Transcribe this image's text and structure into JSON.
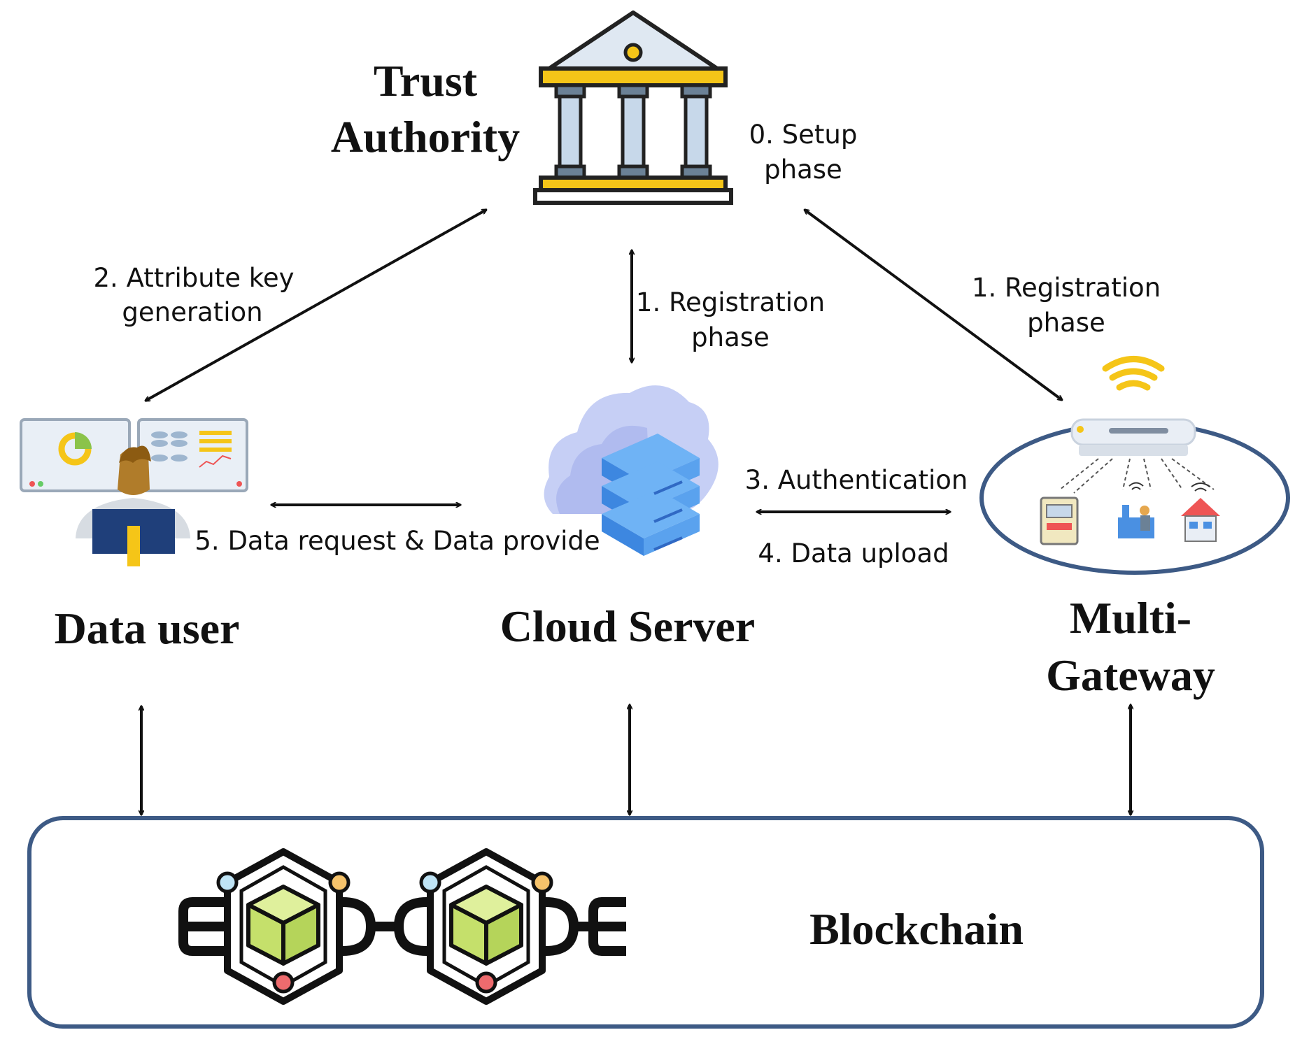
{
  "nodes": {
    "trust_authority": {
      "line1": "Trust",
      "line2": "Authority"
    },
    "data_user": {
      "label": "Data user"
    },
    "cloud_server": {
      "label": "Cloud Server"
    },
    "multi_gateway": {
      "line1": "Multi-",
      "line2": "Gateway"
    },
    "blockchain": {
      "label": "Blockchain"
    }
  },
  "edges": {
    "setup": {
      "line1": "0. Setup",
      "line2": "phase"
    },
    "attr_key": {
      "line1": "2. Attribute key",
      "line2": "generation"
    },
    "reg_cloud": {
      "line1": "1. Registration",
      "line2": "phase"
    },
    "reg_gateway": {
      "line1": "1. Registration",
      "line2": "phase"
    },
    "auth": {
      "label": "3. Authentication"
    },
    "upload": {
      "label": "4. Data upload"
    },
    "data_req": {
      "label": "5. Data request & Data provide"
    }
  },
  "icons": {
    "trust_authority": "bank-building-icon",
    "data_user": "analyst-at-monitors-icon",
    "cloud_server": "cloud-server-icon",
    "multi_gateway": "router-with-iot-devices-icon",
    "blockchain": "linked-blocks-icon"
  },
  "colors": {
    "arrow": "#111111",
    "border_blue": "#3d5a85",
    "gold": "#f5c518",
    "server_blue": "#4a90e2",
    "cube_green": "#c5e06b"
  }
}
